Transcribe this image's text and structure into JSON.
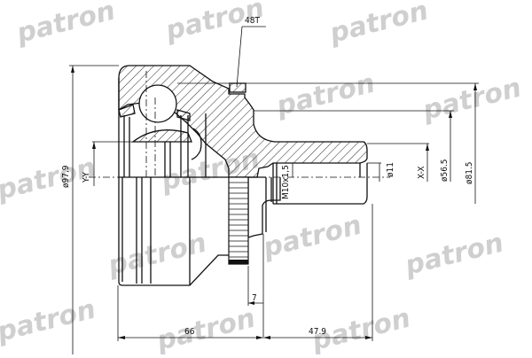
{
  "drawing": {
    "title": "CV joint technical drawing",
    "brand_watermark": "patron",
    "labels": {
      "teeth": "48T",
      "outer_diameter": "ø97,9",
      "axis_y": "Y-Y",
      "thread": "M10x1,5",
      "bore_diameter": "ø11",
      "axis_x": "X-X",
      "spline_diameter": "ø56.5",
      "flange_diameter": "ø81.5",
      "abs_offset": "7",
      "body_length": "66",
      "stub_length": "47.9"
    },
    "colors": {
      "line": "#111111",
      "watermark": "#cfcfcf",
      "background": "#ffffff"
    }
  }
}
